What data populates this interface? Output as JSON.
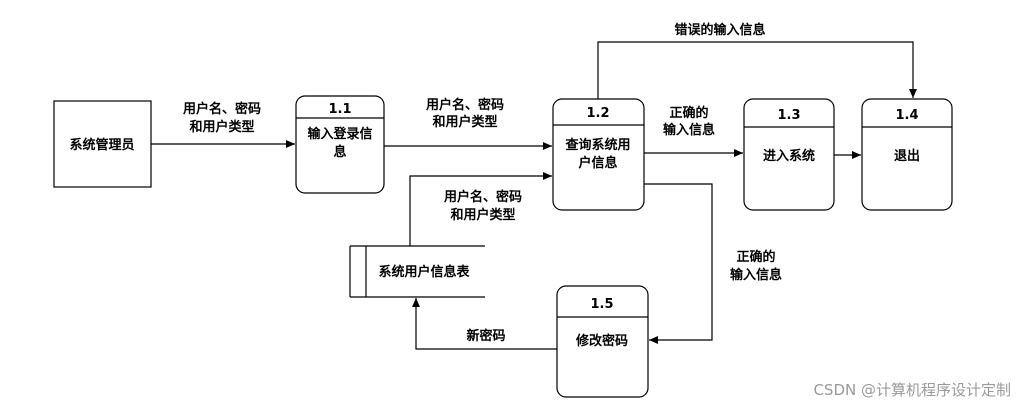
{
  "external_entity": {
    "label": "系统管理员"
  },
  "processes": [
    {
      "id": "1.1",
      "lines": [
        "输入登录信",
        "息"
      ]
    },
    {
      "id": "1.2",
      "lines": [
        "查询系统用",
        "户信息"
      ]
    },
    {
      "id": "1.3",
      "lines": [
        "进入系统"
      ]
    },
    {
      "id": "1.4",
      "lines": [
        "退出"
      ]
    },
    {
      "id": "1.5",
      "lines": [
        "修改密码"
      ]
    }
  ],
  "data_store": {
    "label": "系统用户信息表"
  },
  "flows": {
    "admin_to_11": [
      "用户名、密码",
      "和用户类型"
    ],
    "p11_to_12": [
      "用户名、密码",
      "和用户类型"
    ],
    "store_to_12": [
      "用户名、密码",
      "和用户类型"
    ],
    "p12_to_13": [
      "正确的",
      "输入信息"
    ],
    "p12_to_14": [
      "错误的输入信息"
    ],
    "p12_to_15": [
      "正确的",
      "输入信息"
    ],
    "p15_to_store": [
      "新密码"
    ]
  },
  "watermark": "CSDN @计算机程序设计定制"
}
